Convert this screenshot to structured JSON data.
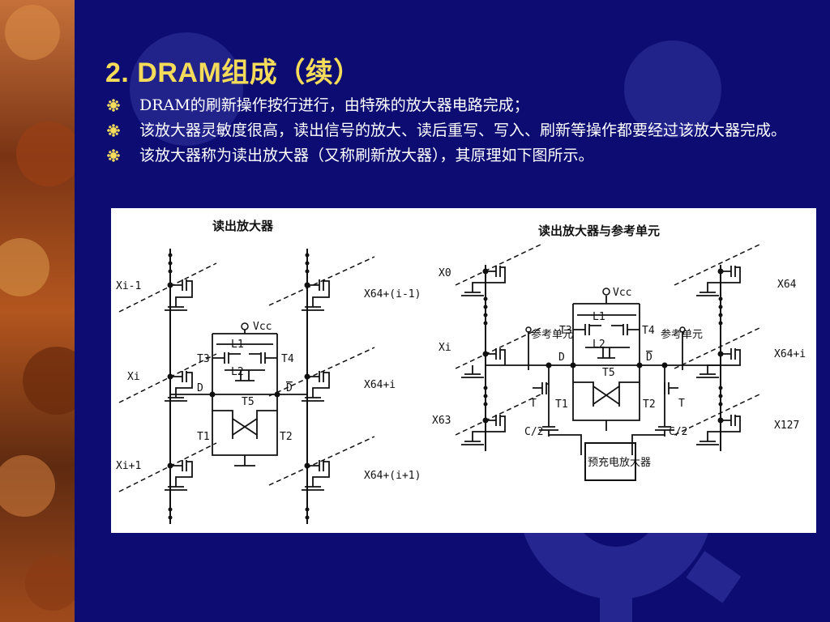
{
  "slide": {
    "title": "2.  DRAM组成（续）",
    "bullets": [
      "DRAM的刷新操作按行进行，由特殊的放大器电路完成；",
      "该放大器灵敏度很高，读出信号的放大、读后重写、写入、刷新等操作都要经过该放大器完成。",
      "该放大器称为读出放大器（又称刷新放大器），其原理如下图所示。"
    ],
    "colors": {
      "background": "#0c0c73",
      "title": "#f4dc5a",
      "bullet": "#f4dc5a",
      "text": "#ffffff"
    }
  },
  "diagram": {
    "left": {
      "heading": "读出放大器",
      "rows": [
        "Xi-1",
        "Xi",
        "Xi+1"
      ],
      "right_rows": [
        "X64+(i-1)",
        "X64+i",
        "X64+(i+1)"
      ],
      "vcc": "Vcc",
      "nodes": [
        "D",
        "D"
      ],
      "transistors": [
        "T3",
        "T4",
        "L1",
        "L2",
        "T5",
        "T1",
        "T2"
      ]
    },
    "right": {
      "heading": "读出放大器与参考单元",
      "left_rows": [
        "X0",
        "Xi",
        "X63"
      ],
      "right_rows": [
        "X64",
        "X64+i",
        "X127"
      ],
      "vcc": "Vcc",
      "nodes": [
        "D",
        "D"
      ],
      "transistors": [
        "T3",
        "T4",
        "L1",
        "L2",
        "T5",
        "T1",
        "T2",
        "T",
        "T"
      ],
      "ref_cell": "参考单元",
      "ref_cell_short": "单元",
      "cap": "C/2",
      "precharge": "预充电放大器"
    }
  }
}
